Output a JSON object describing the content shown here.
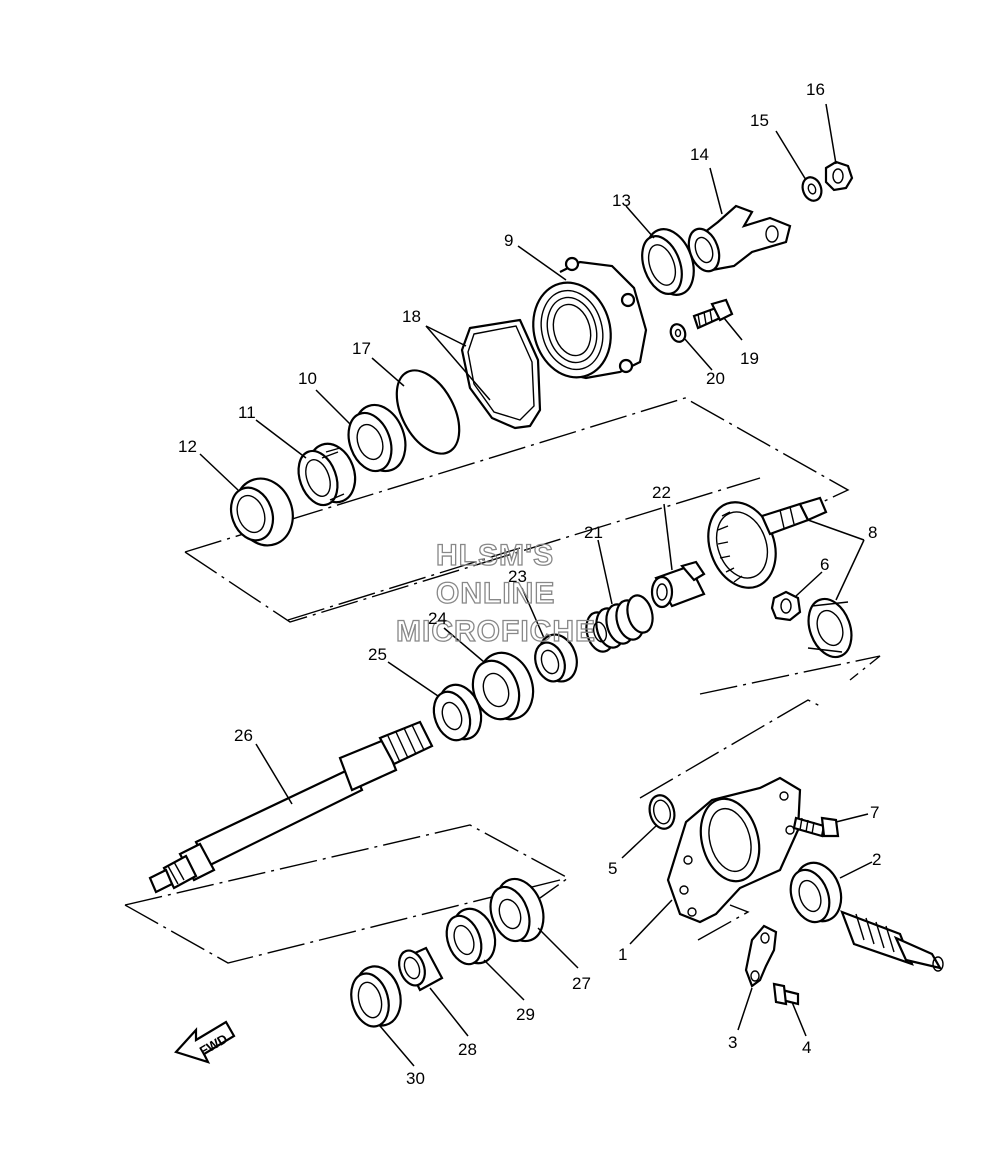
{
  "watermark": {
    "line1": "HLSM'S",
    "line2": "ONLINE",
    "line3": "MICROFICHE"
  },
  "direction_label": "FWD",
  "callouts": {
    "p1": "1",
    "p2": "2",
    "p3": "3",
    "p4": "4",
    "p5": "5",
    "p6": "6",
    "p7": "7",
    "p8": "8",
    "p9": "9",
    "p10": "10",
    "p11": "11",
    "p12": "12",
    "p13": "13",
    "p14": "14",
    "p15": "15",
    "p16": "16",
    "p17": "17",
    "p18": "18",
    "p19": "19",
    "p20": "20",
    "p21": "21",
    "p22": "22",
    "p23": "23",
    "p24": "24",
    "p25": "25",
    "p26": "26",
    "p27": "27",
    "p28": "28",
    "p29": "29",
    "p30": "30"
  },
  "colors": {
    "line": "#000000",
    "watermark": "#888888",
    "background": "#ffffff"
  }
}
